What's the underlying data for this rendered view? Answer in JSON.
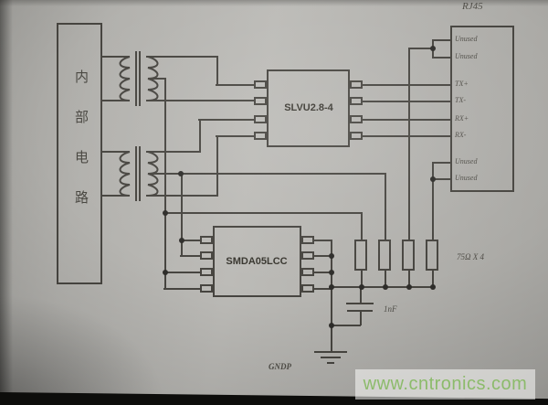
{
  "left_box": {
    "label": "内部电路"
  },
  "chips": {
    "slvu": {
      "label": "SLVU2.8-4"
    },
    "smda": {
      "label": "SMDA05LCC"
    }
  },
  "rj45": {
    "title": "RJ45",
    "pins": [
      "Unused",
      "Unused",
      "TX+",
      "TX-",
      "RX+",
      "RX-",
      "Unused",
      "Unused"
    ]
  },
  "annotations": {
    "resistors": "75Ω X 4",
    "capacitor": "1nF",
    "ground": "GNDP"
  },
  "watermark": {
    "text": "www.cntronics.com"
  },
  "colors": {
    "ink": "#474540",
    "paper": "#b2b1ad",
    "watermark_green": "#8cbb6b"
  }
}
